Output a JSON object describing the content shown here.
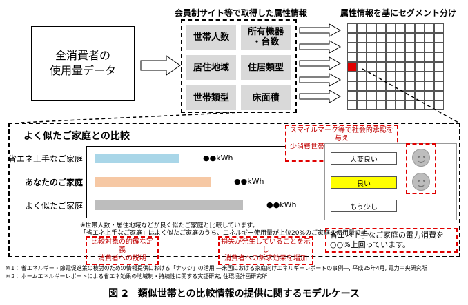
{
  "header": {
    "attr_title": "会員制サイト等で取得した属性情報",
    "segment_title": "属性情報を基にセグメント分け"
  },
  "consumer_box": {
    "line1": "全消費者の",
    "line2": "使用量データ"
  },
  "attributes": [
    {
      "line1": "世帯人数",
      "line2": ""
    },
    {
      "line1": "所有機器",
      "line2": "・台数"
    },
    {
      "line1": "居住地域",
      "line2": ""
    },
    {
      "line1": "住居類型",
      "line2": ""
    },
    {
      "line1": "世帯類型",
      "line2": ""
    },
    {
      "line1": "床面積",
      "line2": ""
    }
  ],
  "comparison": {
    "title": "よく似たご家庭との比較",
    "rows": [
      {
        "label": "省エネ上手なご家庭",
        "value_label": "●●kWh",
        "relative_value": 0.47,
        "color": "#a9d6e8",
        "bold": false
      },
      {
        "label": "あなたのご家庭",
        "value_label": "●●kWh",
        "relative_value": 0.64,
        "color": "#f6c8a4",
        "bold": true
      },
      {
        "label": "よく似たご家庭",
        "value_label": "●●kWh",
        "relative_value": 0.82,
        "color": "#bdbdbd",
        "bold": false
      }
    ],
    "footnote_line1": "※世帯人数・居住地域などが良く似たご家庭と比較しています。",
    "footnote_line2": "「省エネ上手なご家庭」はよく似たご家庭のうち、エネルギー使用量が上位20%のご家庭の使用量です。"
  },
  "callouts": {
    "smile": {
      "line1": "スマイルマーク等で社会的承認を与え",
      "line2": "少消費世帯の増エネ効果抑制を図る"
    },
    "definition": {
      "line1": "比較対象の的確な定義",
      "line2": "消費者への説明"
    },
    "loss": {
      "line1": "損失が発生していることを示し",
      "line2": "消費者への訴求効果を増加"
    }
  },
  "ratings": {
    "levels": [
      {
        "label": "大変良い",
        "highlight": false
      },
      {
        "label": "良い",
        "highlight": true
      },
      {
        "label": "もう少し",
        "highlight": false
      }
    ],
    "highlight_color": "#ffff00"
  },
  "message": {
    "line1": "省エネ上手なご家庭の電力消費を",
    "line2": "○○%上回っています。"
  },
  "notes": {
    "note1": "※１：省エネルギー・節電促進策の検討のための情報提供における「ナッジ」の活用 ―米国における家庭向けエネルギーレポートの事例―, 平成25年4月, 電力中央研究所",
    "note2": "※２：ホームエネルギーレポートによる省エネ効果の地域制・持続性に関する実証研究, 住環境計画研究所"
  },
  "caption": "図 2　類似世帯との比較情報の提供に関するモデルケース",
  "colors": {
    "red": "#e00000",
    "grid_highlight": "#e00000"
  }
}
